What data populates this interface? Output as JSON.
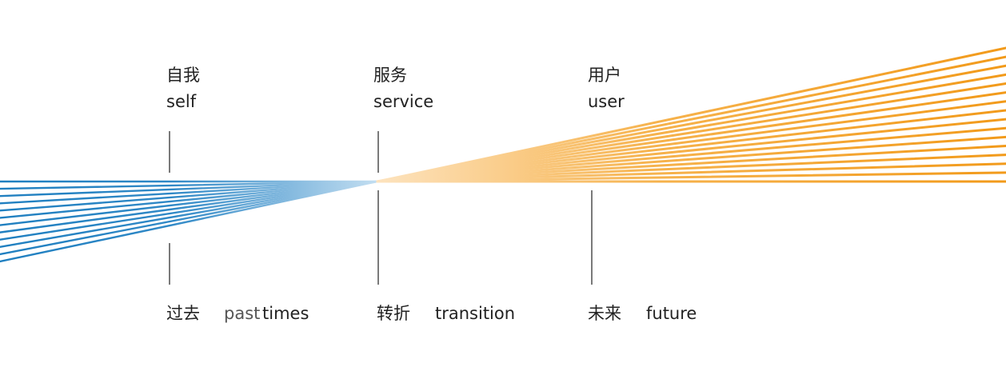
{
  "labels": {
    "self_zh": "自我",
    "self_en": "self",
    "service_zh": "服务",
    "service_en": "service",
    "user_zh": "用户",
    "user_en": "user",
    "past_zh": "过去",
    "past_en_1": "past",
    "past_en_2": "times",
    "transition_zh": "转折",
    "transition_en": "transition",
    "future_zh": "未来",
    "future_en": "future"
  },
  "colors": {
    "blue": "#1f7fc0",
    "blue_light": "#b8d7ee",
    "orange": "#f29a1a",
    "orange_light": "#fcdcae",
    "tick": "#333333"
  },
  "fans": {
    "left_line_count": 12,
    "right_line_count": 16
  }
}
